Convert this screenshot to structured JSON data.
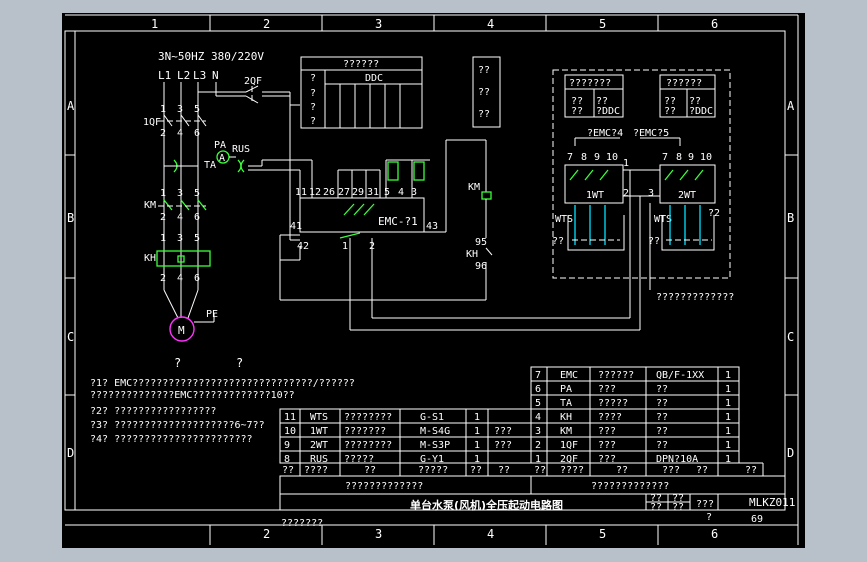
{
  "frame": {
    "columns": [
      "1",
      "2",
      "3",
      "4",
      "5",
      "6"
    ],
    "rows": [
      "A",
      "B",
      "C",
      "D"
    ]
  },
  "supply": {
    "spec": "3N~50HZ 380/220V",
    "phases": [
      "L1",
      "L2",
      "L3",
      "N"
    ]
  },
  "breakers": {
    "main": "1QF",
    "aux": "2QF"
  },
  "terminals": {
    "t135": [
      "1",
      "3",
      "5"
    ],
    "t246": [
      "2",
      "4",
      "6"
    ]
  },
  "devices": {
    "contactor": "KM",
    "overload": "KH",
    "motor": "M",
    "pe": "PE",
    "pa": "PA",
    "ta": "TA",
    "rus": "RUS",
    "ammeter": "A",
    "coil_km": "KM",
    "kh_contact": "KH",
    "kh_n1": "95",
    "kh_n2": "96"
  },
  "ddc_box": {
    "header": "??????",
    "ddc": "DDC",
    "marks": "?"
  },
  "small_box": [
    "??",
    "??",
    "??"
  ],
  "emc": {
    "label": "EMC-?1",
    "top_terminals": [
      "11",
      "12",
      "26",
      "27",
      "29",
      "31",
      "5",
      "4",
      "3"
    ],
    "side_terminals": [
      "41",
      "42",
      "43"
    ],
    "bottom_terminals": [
      "1",
      "2"
    ]
  },
  "tank": {
    "box1_title": "???????",
    "box2_title": "??????",
    "box_left": "??",
    "box_right": "?DDC",
    "emc_a": "?EMC?4",
    "emc_b": "?EMC?5",
    "wt1": "1WT",
    "wt2": "2WT",
    "wts": "WTS",
    "terms1": [
      "7",
      "8",
      "9",
      "10"
    ],
    "terms2": [
      "7",
      "8",
      "9",
      "10"
    ],
    "center_terms": [
      "1",
      "2",
      "3"
    ],
    "mark_a": "??",
    "mark_b": "?2",
    "note": "?????????????"
  },
  "legend_marks": [
    "?",
    "?"
  ],
  "notes": [
    "?1? EMC??????????????????????????????/??????",
    "     ??????????????EMC?????????????10??",
    "?2? ?????????????????",
    "?3? ????????????????????6~7??",
    "?4? ???????????????????????"
  ],
  "parts_table": {
    "right_rows": [
      [
        "7",
        "EMC",
        "??????",
        "QB/F-1XX",
        "1"
      ],
      [
        "6",
        "PA",
        "???",
        "??",
        "1"
      ],
      [
        "5",
        "TA",
        "?????",
        "??",
        "1"
      ],
      [
        "4",
        "KH",
        "????",
        "??",
        "1"
      ],
      [
        "3",
        "KM",
        "???",
        "??",
        "1"
      ],
      [
        "2",
        "1QF",
        "???",
        "??",
        "1"
      ],
      [
        "1",
        "2QF",
        "???",
        "DPN?10A",
        "1"
      ]
    ],
    "left_rows": [
      [
        "11",
        "WTS",
        "????????",
        "G-S1",
        "1",
        ""
      ],
      [
        "10",
        "1WT",
        "???????",
        "M-S4G",
        "1",
        "???"
      ],
      [
        "9",
        "2WT",
        "????????",
        "M-S3P",
        "1",
        "???"
      ],
      [
        "8",
        "RUS",
        "?????",
        "G-Y1",
        "1",
        ""
      ]
    ],
    "header_left": [
      "??",
      "????",
      "??",
      "?????",
      "??",
      "??"
    ],
    "header_right": [
      "??",
      "????",
      "??",
      "???",
      "??",
      "??"
    ]
  },
  "title_block": {
    "sub_left": "?????????????",
    "sub_right": "?????????????",
    "title": "单台水泵(风机)全压起动电路图",
    "cells": [
      "??",
      "??",
      "???",
      "???",
      "??",
      "?"
    ],
    "drawing_no": "MLKZ011",
    "page": "69",
    "bottom": "???????"
  }
}
